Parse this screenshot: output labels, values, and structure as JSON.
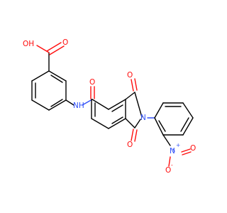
{
  "molecule": {
    "labels": {
      "hydroxyl": "OH",
      "carbonyl_acid": "O",
      "amide_nh": "NH",
      "amide_o": "O",
      "imide_o_top": "O",
      "imide_o_bottom": "O",
      "imide_n": "N",
      "nitro_n": "N",
      "nitro_n_charge": "+",
      "nitro_o_top": "O",
      "nitro_o_bottom": "O",
      "nitro_o_charge": "-"
    },
    "colors": {
      "carbon": "#000000",
      "oxygen": "#ff0d0d",
      "nitrogen": "#3050f8",
      "background": "#ffffff"
    }
  }
}
